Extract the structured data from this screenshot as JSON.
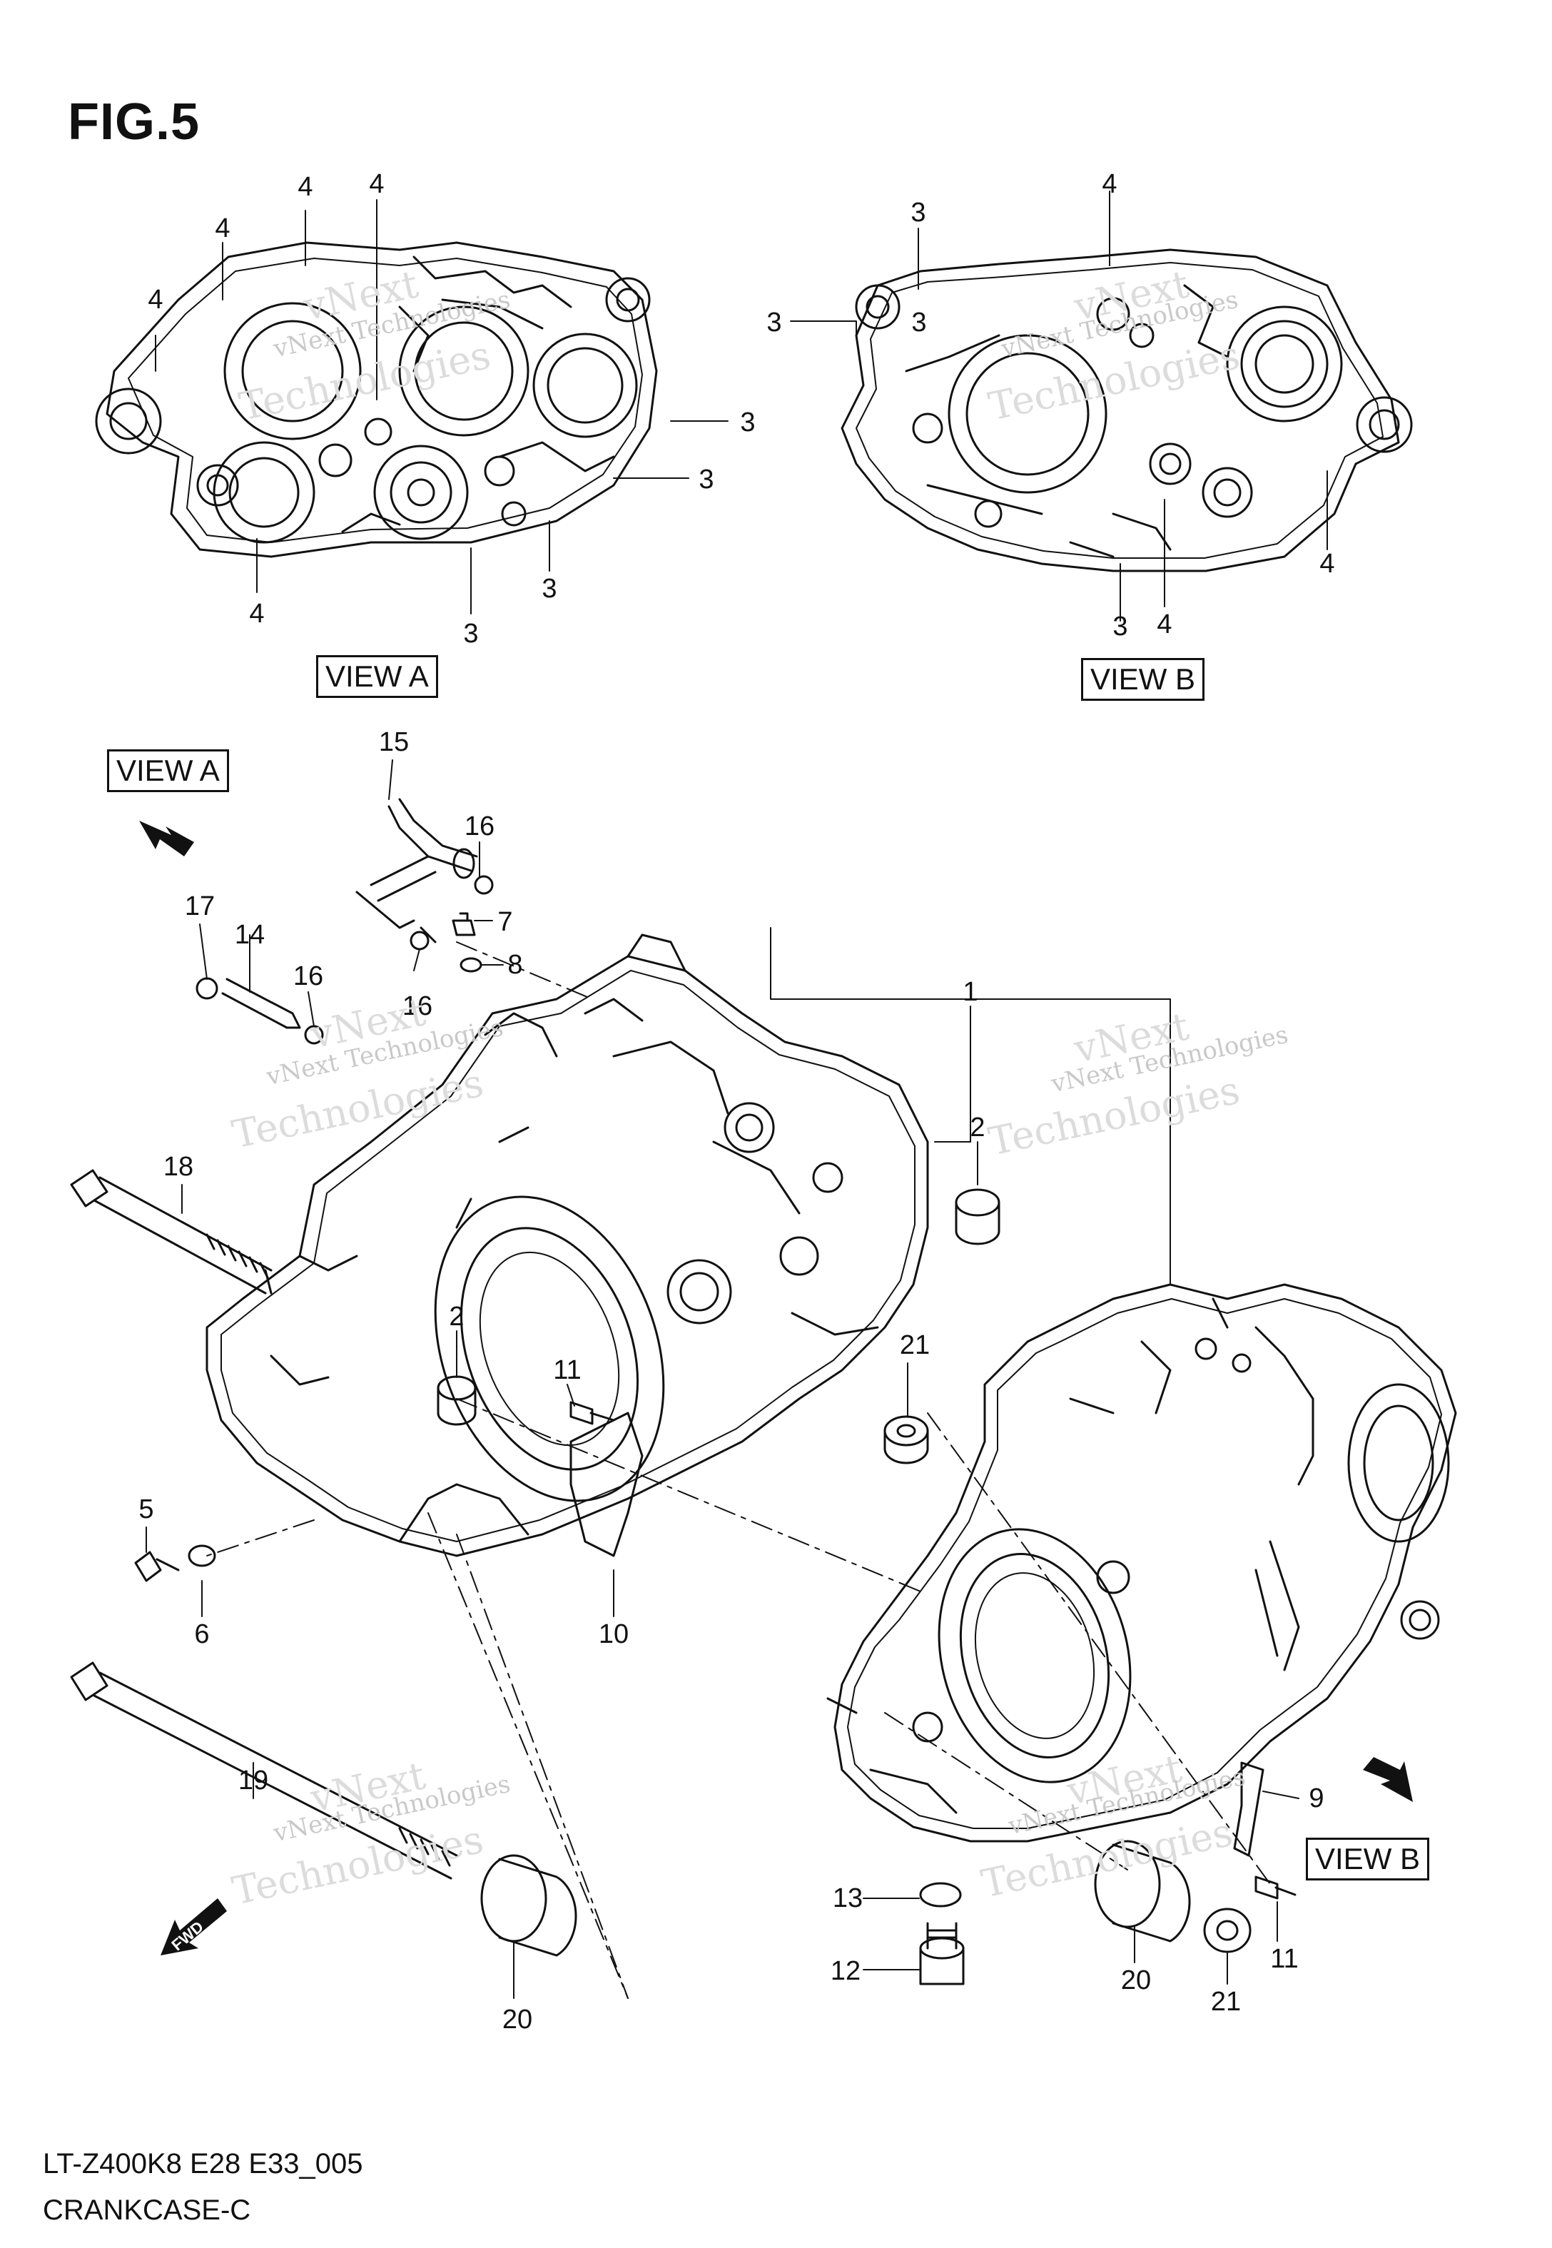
{
  "figure": {
    "title": "FIG.5",
    "footer_model": "LT-Z400K8 E28 E33_005",
    "footer_name": "CRANKCASE-C"
  },
  "views": {
    "view_a": "VIEW A",
    "view_b": "VIEW B"
  },
  "fwd_label": "FWD",
  "watermark": {
    "company": "vNext Technologies",
    "line1": "vNext",
    "line2": "Technologies"
  },
  "callouts": [
    {
      "label": "4"
    },
    {
      "label": "4"
    },
    {
      "label": "4"
    },
    {
      "label": "4"
    },
    {
      "label": "3"
    },
    {
      "label": "3"
    },
    {
      "label": "3"
    },
    {
      "label": "3"
    },
    {
      "label": "4"
    },
    {
      "label": "3"
    },
    {
      "label": "4"
    },
    {
      "label": "3"
    },
    {
      "label": "3"
    },
    {
      "label": "4"
    },
    {
      "label": "3"
    },
    {
      "label": "4"
    },
    {
      "label": "15"
    },
    {
      "label": "16"
    },
    {
      "label": "17"
    },
    {
      "label": "14"
    },
    {
      "label": "16"
    },
    {
      "label": "7"
    },
    {
      "label": "8"
    },
    {
      "label": "16"
    },
    {
      "label": "1"
    },
    {
      "label": "2"
    },
    {
      "label": "18"
    },
    {
      "label": "2"
    },
    {
      "label": "11"
    },
    {
      "label": "21"
    },
    {
      "label": "5"
    },
    {
      "label": "6"
    },
    {
      "label": "10"
    },
    {
      "label": "9"
    },
    {
      "label": "19"
    },
    {
      "label": "13"
    },
    {
      "label": "12"
    },
    {
      "label": "20"
    },
    {
      "label": "20"
    },
    {
      "label": "21"
    },
    {
      "label": "11"
    }
  ]
}
